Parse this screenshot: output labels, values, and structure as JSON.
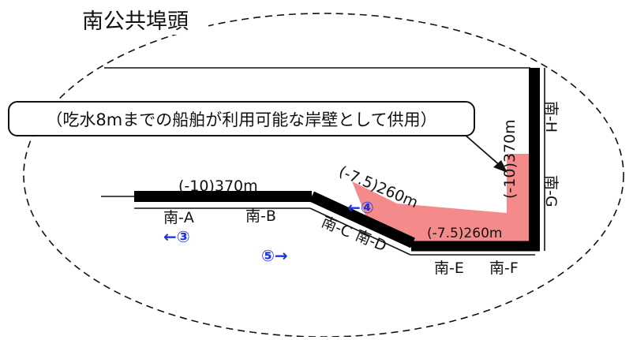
{
  "title": "南公共埠頭",
  "note": "（吃水8mまでの船舶が利用可能な岸壁として供用）",
  "colors": {
    "berth": "#000000",
    "highlight": "#f48a8a",
    "arrow_blue": "#1f33e0",
    "arrow_purple": "#8a2be2",
    "outline": "#111111"
  },
  "quay_labels": {
    "west_spec": "(-10)370m",
    "diag_spec": "(-7.5)260m",
    "ef_spec": "(-7.5)260m",
    "gh_spec": "(-10)370m"
  },
  "berths": [
    "南-A",
    "南-B",
    "南-C",
    "南-D",
    "南-E",
    "南-F",
    "南-G",
    "南-H"
  ],
  "markers": {
    "m3": "←③",
    "m4": "←④",
    "m5": "⑤→"
  }
}
